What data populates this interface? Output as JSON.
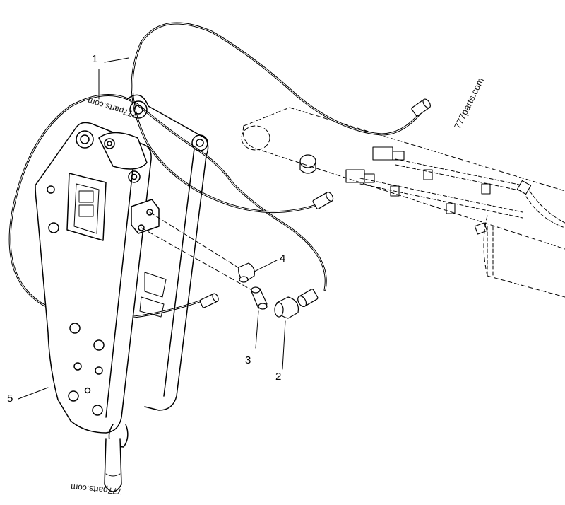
{
  "callouts": [
    {
      "id": "1",
      "text": "1"
    },
    {
      "id": "2",
      "text": "2"
    },
    {
      "id": "3",
      "text": "3"
    },
    {
      "id": "4",
      "text": "4"
    },
    {
      "id": "5",
      "text": "5"
    }
  ],
  "watermarks": {
    "right": "777parts.com",
    "top_left": "777parts.com",
    "bottom": "777parts.com"
  },
  "colors": {
    "line": "#000000",
    "background": "#ffffff"
  }
}
